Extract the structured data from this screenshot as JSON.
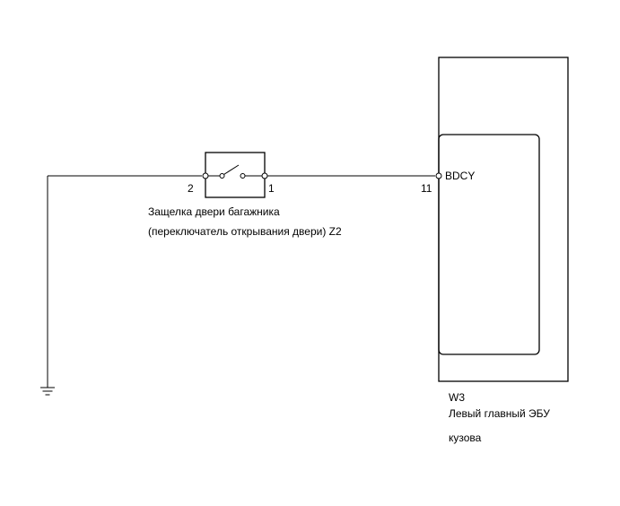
{
  "ground": {
    "icon": "ground-icon"
  },
  "switch": {
    "pin_left": "2",
    "pin_right": "1",
    "label_line1": "Защелка двери багажника",
    "label_line2": "(переключатель открывания двери) Z2",
    "icon": "switch-icon"
  },
  "ecu": {
    "pin_number": "11",
    "terminal_name": "BDCY",
    "code": "W3",
    "name_line1": "Левый главный ЭБУ",
    "name_line2": "кузова"
  },
  "colors": {
    "line": "#000000",
    "background": "#ffffff"
  }
}
